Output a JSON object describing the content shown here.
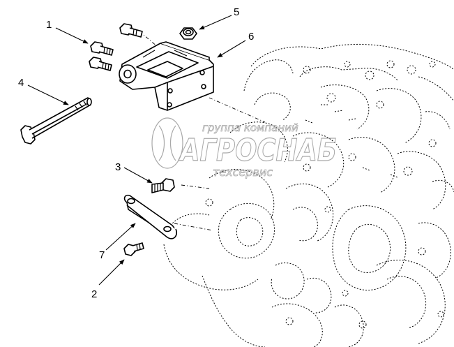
{
  "watermark": {
    "line1": "группа компаний",
    "line2": "АГРОСНАБ",
    "line3": "техсервис",
    "color": "#9a9a9a"
  },
  "callouts": [
    {
      "id": "1",
      "label": "1",
      "part": "bolt"
    },
    {
      "id": "2",
      "label": "2",
      "part": "bolt"
    },
    {
      "id": "3",
      "label": "3",
      "part": "bolt"
    },
    {
      "id": "4",
      "label": "4",
      "part": "long-bolt"
    },
    {
      "id": "5",
      "label": "5",
      "part": "nut"
    },
    {
      "id": "6",
      "label": "6",
      "part": "bracket"
    },
    {
      "id": "7",
      "label": "7",
      "part": "link-plate"
    }
  ],
  "colors": {
    "ink": "#000000",
    "background": "#ffffff"
  }
}
